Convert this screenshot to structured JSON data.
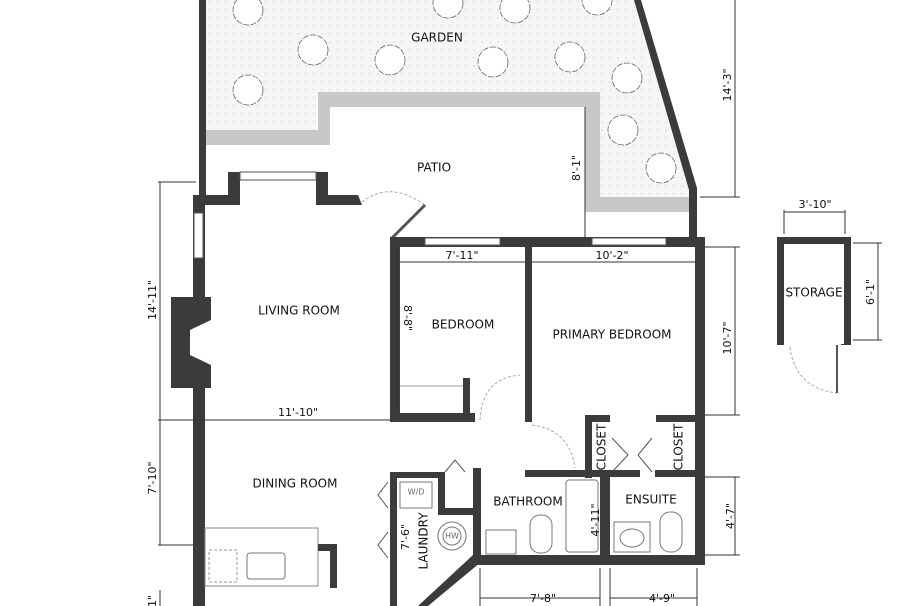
{
  "rooms": {
    "garden": "GARDEN",
    "patio": "PATIO",
    "living_room": "LIVING ROOM",
    "bedroom": "BEDROOM",
    "primary_bedroom": "PRIMARY BEDROOM",
    "dining_room": "DINING ROOM",
    "storage": "STORAGE",
    "closet_left": "CLOSET",
    "closet_right": "CLOSET",
    "bathroom": "BATHROOM",
    "ensuite": "ENSUITE",
    "laundry": "LAUNDRY"
  },
  "fixtures": {
    "washer_dryer": "W/D",
    "water_heater": "HW"
  },
  "dimensions": {
    "garden_height": "14'-3\"",
    "patio_depth": "8'-1\"",
    "living_height": "14'-11\"",
    "bedroom_width": "7'-11\"",
    "primary_width": "10'-2\"",
    "bedroom_depth": "8'-8\"",
    "living_width": "11'-10\"",
    "primary_depth": "10'-7\"",
    "storage_width": "3'-10\"",
    "storage_depth": "6'-1\"",
    "dining_height": "7'-10\"",
    "ensuite_height": "4'-7\"",
    "bath_height": "4'-11\"",
    "laundry_height": "7'-6\"",
    "bath_width": "7'-8\"",
    "ensuite_width": "4'-9\"",
    "kitchen_height_partial": "1\""
  },
  "colors": {
    "wall": "#3b3b3b",
    "patio_border": "#c8c8c8",
    "garden_fill": "#f4f4f4"
  }
}
